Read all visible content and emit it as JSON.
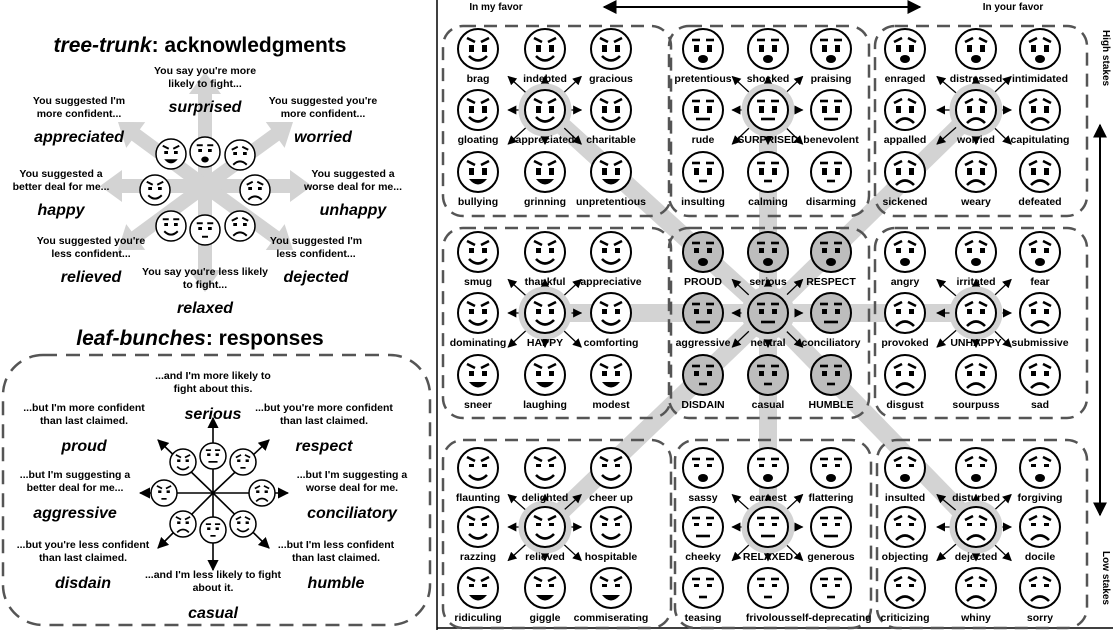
{
  "left_panel": {
    "ack_title": {
      "em": "tree-trunk",
      "rest": ": acknowledgments"
    },
    "ack_items": [
      {
        "key": "top",
        "lines": [
          "You say you're more",
          "likely to fight..."
        ],
        "emotion": "surprised"
      },
      {
        "key": "top-left",
        "lines": [
          "You suggested I'm",
          "more confident..."
        ],
        "emotion": "appreciated"
      },
      {
        "key": "top-right",
        "lines": [
          "You suggested you're",
          "more confident..."
        ],
        "emotion": "worried"
      },
      {
        "key": "left",
        "lines": [
          "You suggested a",
          "better deal for me..."
        ],
        "emotion": "happy"
      },
      {
        "key": "right",
        "lines": [
          "You suggested a",
          "worse deal for me..."
        ],
        "emotion": "unhappy"
      },
      {
        "key": "bottom-left",
        "lines": [
          "You suggested you're",
          "less confident..."
        ],
        "emotion": "relieved"
      },
      {
        "key": "bottom-right",
        "lines": [
          "You suggested I'm",
          "less confident..."
        ],
        "emotion": "dejected"
      },
      {
        "key": "bottom",
        "lines": [
          "You say you're less likely",
          "to fight..."
        ],
        "emotion": "relaxed"
      }
    ],
    "resp_title": {
      "em": "leaf-bunches",
      "rest": ": responses"
    },
    "resp_items": [
      {
        "key": "top",
        "lines": [
          "...and I'm more likely to",
          "fight about this."
        ],
        "emotion": "serious"
      },
      {
        "key": "top-left",
        "lines": [
          "...but I'm more confident",
          "than last claimed."
        ],
        "emotion": "proud"
      },
      {
        "key": "top-right",
        "lines": [
          "...but you're more confident",
          "than last claimed."
        ],
        "emotion": "respect"
      },
      {
        "key": "left",
        "lines": [
          "...but I'm suggesting a",
          "better deal for me..."
        ],
        "emotion": "aggressive"
      },
      {
        "key": "right",
        "lines": [
          "...but I'm suggesting a",
          "worse deal for me."
        ],
        "emotion": "conciliatory"
      },
      {
        "key": "bottom-left",
        "lines": [
          "...but you're less confident",
          "than last claimed."
        ],
        "emotion": "disdain"
      },
      {
        "key": "bottom-right",
        "lines": [
          "...but I'm less confident",
          "than last claimed."
        ],
        "emotion": "humble"
      },
      {
        "key": "bottom",
        "lines": [
          "...and I'm less likely to fight",
          "about it."
        ],
        "emotion": "casual"
      }
    ]
  },
  "grid": {
    "top_left_label": "In my favor",
    "top_right_label": "In your favor",
    "side_top_label": "High stakes",
    "side_bottom_label": "Low stakes",
    "rows": [
      [
        "brag",
        "indebted",
        "gracious",
        "pretentious",
        "shocked",
        "praising",
        "enraged",
        "distressed",
        "intimidated"
      ],
      [
        "gloating",
        "appreciated",
        "charitable",
        "rude",
        "SURPRISED",
        "benevolent",
        "appalled",
        "worried",
        "capitulating"
      ],
      [
        "bullying",
        "grinning",
        "unpretentious",
        "insulting",
        "calming",
        "disarming",
        "sickened",
        "weary",
        "defeated"
      ],
      [
        "smug",
        "thankful",
        "appreciative",
        "PROUD",
        "serious",
        "RESPECT",
        "angry",
        "irritated",
        "fear"
      ],
      [
        "dominating",
        "HAPPY",
        "comforting",
        "aggressive",
        "neutral",
        "conciliatory",
        "provoked",
        "UNHAPPY",
        "submissive"
      ],
      [
        "sneer",
        "laughing",
        "modest",
        "DISDAIN",
        "casual",
        "HUMBLE",
        "disgust",
        "sourpuss",
        "sad"
      ],
      [
        "flaunting",
        "delighted",
        "cheer up",
        "sassy",
        "earnest",
        "flattering",
        "insulted",
        "disturbed",
        "forgiving"
      ],
      [
        "razzing",
        "relieved",
        "hospitable",
        "cheeky",
        "RELAXED",
        "generous",
        "objecting",
        "dejected",
        "docile"
      ],
      [
        "ridiculing",
        "giggle",
        "commiserating",
        "teasing",
        "frivolous",
        "self-deprecating",
        "criticizing",
        "whiny",
        "sorry"
      ]
    ]
  },
  "colors": {
    "arrow_gray": "#d3d3d3",
    "face_shaded": "#bdbdbd",
    "ink": "#000000"
  }
}
